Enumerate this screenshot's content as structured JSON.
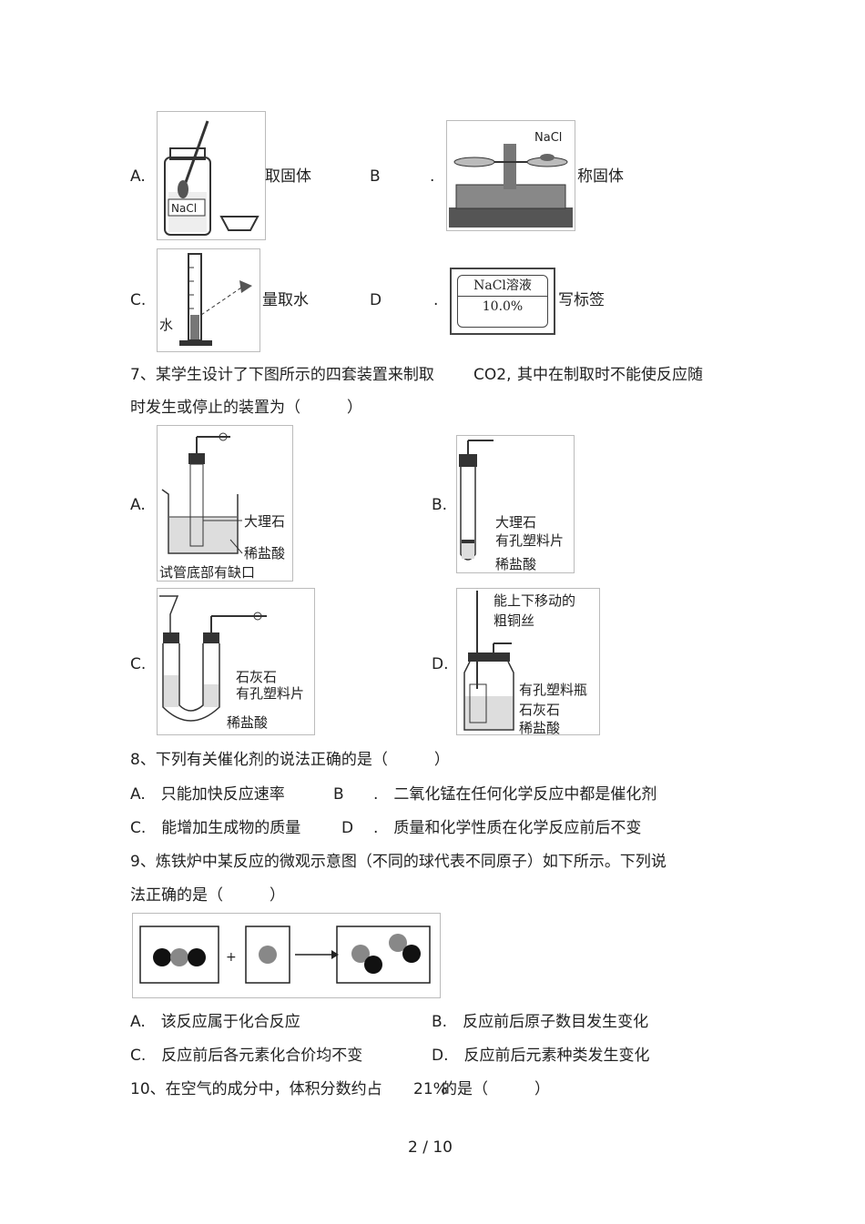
{
  "q6": {
    "opts": [
      {
        "letter": "A.",
        "dot": "",
        "text": "取固体",
        "label": "NaCl"
      },
      {
        "letter": "B",
        "dot": ".",
        "text": "称固体",
        "label": "NaCl"
      },
      {
        "letter": "C.",
        "dot": "",
        "text": "量取水",
        "label": "水"
      },
      {
        "letter": "D",
        "dot": ".",
        "text": "写标签",
        "label_line1": "NaCl溶液",
        "label_line2": "10.0%"
      }
    ]
  },
  "q7": {
    "line1": "7、某学生设计了下图所示的四套装置来制取",
    "co2": "CO2,",
    "line1b": "其中在制取时不能使反应随",
    "line2": "时发生或停止的装置为（　　　）",
    "A": {
      "letter": "A.",
      "l1": "大理石",
      "l2": "稀盐酸",
      "l3": "试管底部有缺口"
    },
    "B": {
      "letter": "B.",
      "l1": "大理石",
      "l2": "有孔塑料片",
      "l3": "稀盐酸"
    },
    "C": {
      "letter": "C.",
      "l1": "石灰石",
      "l2": "有孔塑料片",
      "l3": "稀盐酸"
    },
    "D": {
      "letter": "D.",
      "l1": "能上下移动的",
      "l2": "粗铜丝",
      "l3": "有孔塑料瓶",
      "l4": "石灰石",
      "l5": "稀盐酸"
    }
  },
  "q8": {
    "stem": "8、下列有关催化剂的说法正确的是（　　　）",
    "A": "A.　只能加快反应速率",
    "B_letter": "B",
    "B": ".　二氧化锰在任何化学反应中都是催化剂",
    "C": "C.　能增加生成物的质量",
    "D_letter": "D",
    "D": ".　质量和化学性质在化学反应前后不变"
  },
  "q9": {
    "stem1": "9、炼铁炉中某反应的微观示意图（不同的球代表不同原子）如下所示。下列说",
    "stem2": "法正确的是（　　　）",
    "plus": "+",
    "A": "A.　该反应属于化合反应",
    "B": "B.　反应前后原子数目发生变化",
    "C": "C.　反应前后各元素化合价均不变",
    "D": "D.　反应前后元素种类发生变化"
  },
  "q10": {
    "stem": "10、在空气的成分中，体积分数约占",
    "pct": "21%",
    "stem2": "的是（　　　）"
  },
  "footer": {
    "page": "2 / 10"
  }
}
